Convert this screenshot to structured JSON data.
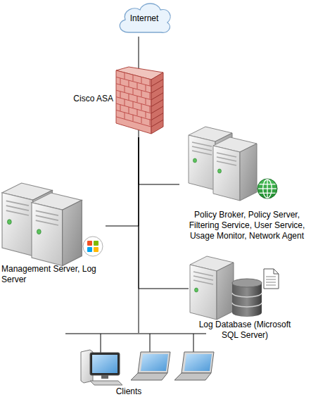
{
  "diagram": {
    "nodes": [
      {
        "text": [
          "Internet"
        ]
      },
      {
        "text": [
          "Cisco ASA"
        ]
      },
      {
        "text": [
          "Policy Broker, Policy Server, Filtering Service, User Service, Usage Monitor, Network Agent"
        ]
      },
      {
        "text": [
          "Management Server, Log Server"
        ]
      },
      {
        "text": [
          "Log Database (Microsoft SQL Server)"
        ]
      },
      {
        "text": [
          "Clients"
        ]
      }
    ],
    "edges": [
      {
        "from": 0,
        "to": 1,
        "arrow": "none"
      },
      {
        "from": 1,
        "to": 2,
        "arrow": "none"
      },
      {
        "from": 1,
        "to": 3,
        "arrow": "none"
      },
      {
        "from": 1,
        "to": 4,
        "arrow": "none"
      },
      {
        "from": 1,
        "to": 5,
        "arrow": "none"
      }
    ]
  }
}
